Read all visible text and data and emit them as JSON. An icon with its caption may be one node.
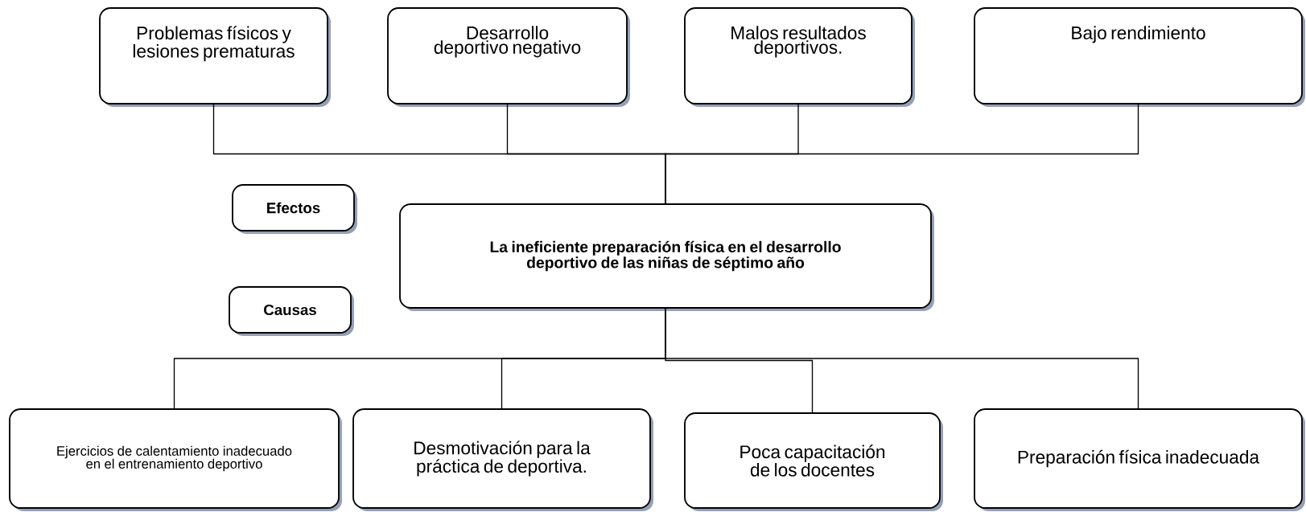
{
  "diagram": {
    "nodes": [
      {
        "text": [
          "Problemas físicos y lesiones prematuras"
        ]
      },
      {
        "text": [
          "Desarrollo deportivo negativo"
        ]
      },
      {
        "text": [
          "Malos resultados deportivos."
        ]
      },
      {
        "text": [
          "Bajo rendimiento"
        ]
      },
      {
        "text": [
          "Efectos"
        ]
      },
      {
        "text": [
          "La ineficiente preparación física en el desarrollo deportivo de las niñas de séptimo año"
        ]
      },
      {
        "text": [
          "Causas"
        ]
      },
      {
        "text": [
          "Ejercicios de calentamiento inadecuado en el entrenamiento deportivo"
        ]
      },
      {
        "text": [
          "Desmotivación para la práctica de deportiva."
        ]
      },
      {
        "text": [
          "Poca capacitación de los docentes"
        ]
      },
      {
        "text": [
          "Preparación física inadecuada"
        ]
      }
    ],
    "edges": [
      {
        "from": 0,
        "to": 5,
        "arrow": "none"
      },
      {
        "from": 1,
        "to": 5,
        "arrow": "none"
      },
      {
        "from": 2,
        "to": 5,
        "arrow": "none"
      },
      {
        "from": 3,
        "to": 5,
        "arrow": "none"
      },
      {
        "from": 7,
        "to": 5,
        "arrow": "none"
      },
      {
        "from": 8,
        "to": 5,
        "arrow": "none"
      },
      {
        "from": 9,
        "to": 5,
        "arrow": "none"
      },
      {
        "from": 10,
        "to": 5,
        "arrow": "none"
      }
    ]
  }
}
